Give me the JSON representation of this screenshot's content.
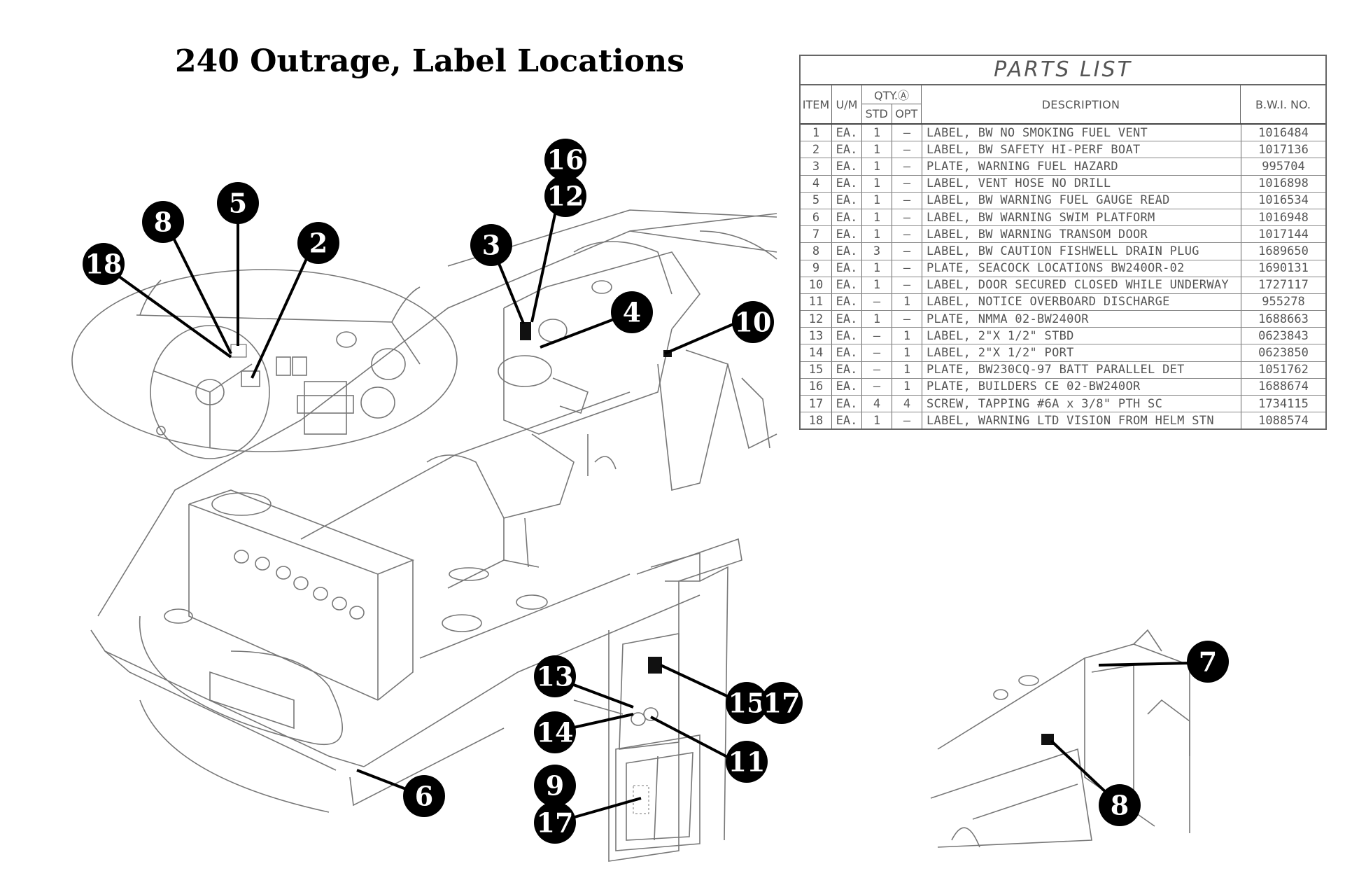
{
  "title": "240 Outrage, Label Locations",
  "parts_list": {
    "title": "PARTS LIST",
    "headers": {
      "item": "ITEM",
      "um": "U/M",
      "qty": "QTY.Ⓐ",
      "std": "STD",
      "opt": "OPT",
      "description": "DESCRIPTION",
      "bwi": "B.W.I. NO."
    },
    "rows": [
      {
        "item": "1",
        "um": "EA.",
        "std": "1",
        "opt": "—",
        "desc": "LABEL, BW NO SMOKING FUEL VENT",
        "bwi": "1016484"
      },
      {
        "item": "2",
        "um": "EA.",
        "std": "1",
        "opt": "—",
        "desc": "LABEL, BW SAFETY HI-PERF BOAT",
        "bwi": "1017136"
      },
      {
        "item": "3",
        "um": "EA.",
        "std": "1",
        "opt": "—",
        "desc": "PLATE, WARNING FUEL HAZARD",
        "bwi": "995704"
      },
      {
        "item": "4",
        "um": "EA.",
        "std": "1",
        "opt": "—",
        "desc": "LABEL, VENT HOSE NO DRILL",
        "bwi": "1016898"
      },
      {
        "item": "5",
        "um": "EA.",
        "std": "1",
        "opt": "—",
        "desc": "LABEL, BW WARNING FUEL GAUGE READ",
        "bwi": "1016534"
      },
      {
        "item": "6",
        "um": "EA.",
        "std": "1",
        "opt": "—",
        "desc": "LABEL, BW WARNING SWIM PLATFORM",
        "bwi": "1016948"
      },
      {
        "item": "7",
        "um": "EA.",
        "std": "1",
        "opt": "—",
        "desc": "LABEL, BW WARNING TRANSOM DOOR",
        "bwi": "1017144"
      },
      {
        "item": "8",
        "um": "EA.",
        "std": "3",
        "opt": "—",
        "desc": "LABEL, BW CAUTION FISHWELL DRAIN PLUG",
        "bwi": "1689650"
      },
      {
        "item": "9",
        "um": "EA.",
        "std": "1",
        "opt": "—",
        "desc": "PLATE, SEACOCK LOCATIONS BW240OR-02",
        "bwi": "1690131"
      },
      {
        "item": "10",
        "um": "EA.",
        "std": "1",
        "opt": "—",
        "desc": "LABEL, DOOR SECURED CLOSED WHILE UNDERWAY",
        "bwi": "1727117"
      },
      {
        "item": "11",
        "um": "EA.",
        "std": "—",
        "opt": "1",
        "desc": "LABEL, NOTICE OVERBOARD DISCHARGE",
        "bwi": "955278"
      },
      {
        "item": "12",
        "um": "EA.",
        "std": "1",
        "opt": "—",
        "desc": "PLATE, NMMA 02-BW240OR",
        "bwi": "1688663"
      },
      {
        "item": "13",
        "um": "EA.",
        "std": "—",
        "opt": "1",
        "desc": "LABEL, 2\"X 1/2\" STBD",
        "bwi": "0623843"
      },
      {
        "item": "14",
        "um": "EA.",
        "std": "—",
        "opt": "1",
        "desc": "LABEL, 2\"X 1/2\" PORT",
        "bwi": "0623850"
      },
      {
        "item": "15",
        "um": "EA.",
        "std": "—",
        "opt": "1",
        "desc": "PLATE, BW230CQ-97 BATT PARALLEL DET",
        "bwi": "1051762"
      },
      {
        "item": "16",
        "um": "EA.",
        "std": "—",
        "opt": "1",
        "desc": "PLATE, BUILDERS CE 02-BW240OR",
        "bwi": "1688674"
      },
      {
        "item": "17",
        "um": "EA.",
        "std": "4",
        "opt": "4",
        "desc": "SCREW, TAPPING #6A x 3/8\" PTH SC",
        "bwi": "1734115"
      },
      {
        "item": "18",
        "um": "EA.",
        "std": "1",
        "opt": "—",
        "desc": "LABEL, WARNING LTD VISION FROM HELM STN",
        "bwi": "1088574"
      }
    ]
  },
  "callouts": {
    "c16": "16",
    "c12": "12",
    "c5": "5",
    "c8": "8",
    "c2": "2",
    "c18": "18",
    "c3": "3",
    "c4": "4",
    "c10": "10",
    "c13": "13",
    "c14": "14",
    "c15": "15",
    "c17a": "17",
    "c11": "11",
    "c9": "9",
    "c17b": "17",
    "c6": "6",
    "c7": "7",
    "c8b": "8"
  }
}
